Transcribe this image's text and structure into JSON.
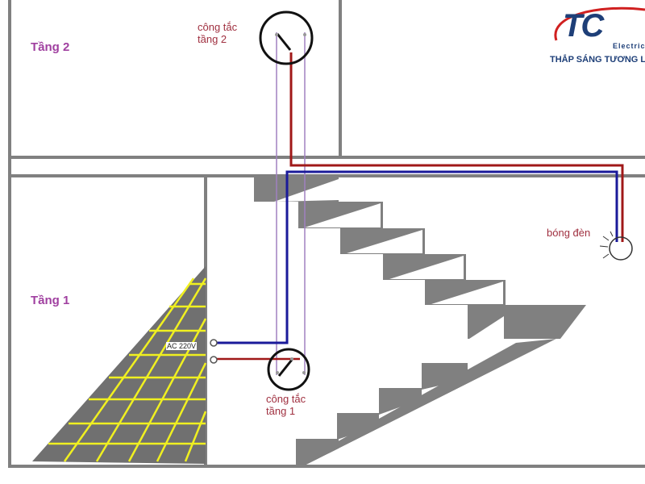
{
  "labels": {
    "floor_2": "Tầng 2",
    "floor_1": "Tầng 1",
    "switch_2": [
      "công tắc",
      "tầng 2"
    ],
    "switch_1": [
      "công tắc",
      "tầng 1"
    ],
    "lamp": "bóng đèn",
    "power_source": "AC 220V"
  },
  "logo": {
    "mark": "TC",
    "sub": "Electric",
    "slogan": "THẮP SÁNG TƯƠNG LAI"
  },
  "colors": {
    "live_wire": "#a01818",
    "neutral_wire": "#1a1a9a",
    "traveler_wire": "#a080c0",
    "structure": "#808080",
    "tile_grid": "#f0f020",
    "logo_blue": "#1e3f78",
    "logo_red": "#d02020"
  }
}
